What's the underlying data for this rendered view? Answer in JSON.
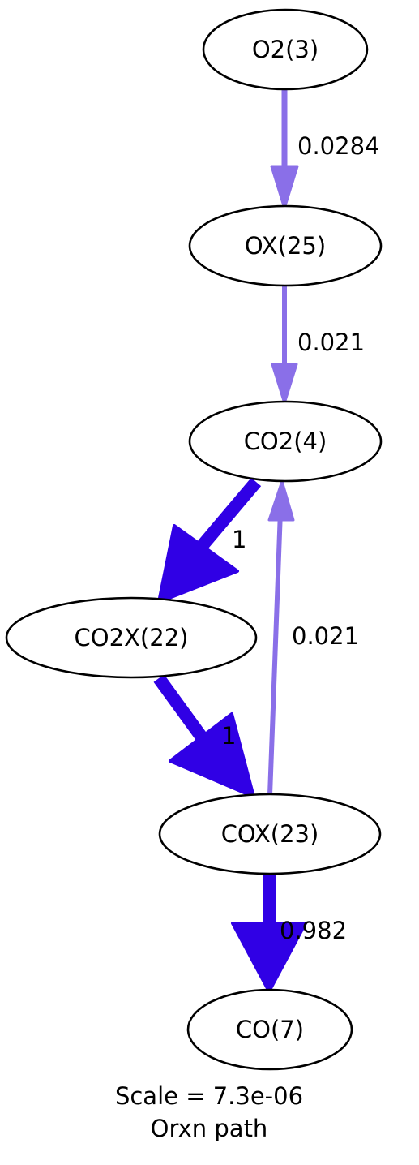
{
  "nodes": {
    "o2": "O2(3)",
    "ox": "OX(25)",
    "co2": "CO2(4)",
    "co2x": "CO2X(22)",
    "cox": "COX(23)",
    "co": "CO(7)"
  },
  "edges": {
    "o2_ox": "0.0284",
    "ox_co2": "0.021",
    "co2_co2x": "1",
    "cox_co2": "0.021",
    "co2x_cox": "1",
    "cox_co": "0.982"
  },
  "caption": {
    "scale": "Scale = 7.3e-06",
    "name": "Orxn path"
  },
  "colors": {
    "strong": "#3000e5",
    "weak": "#8a6fe8"
  }
}
